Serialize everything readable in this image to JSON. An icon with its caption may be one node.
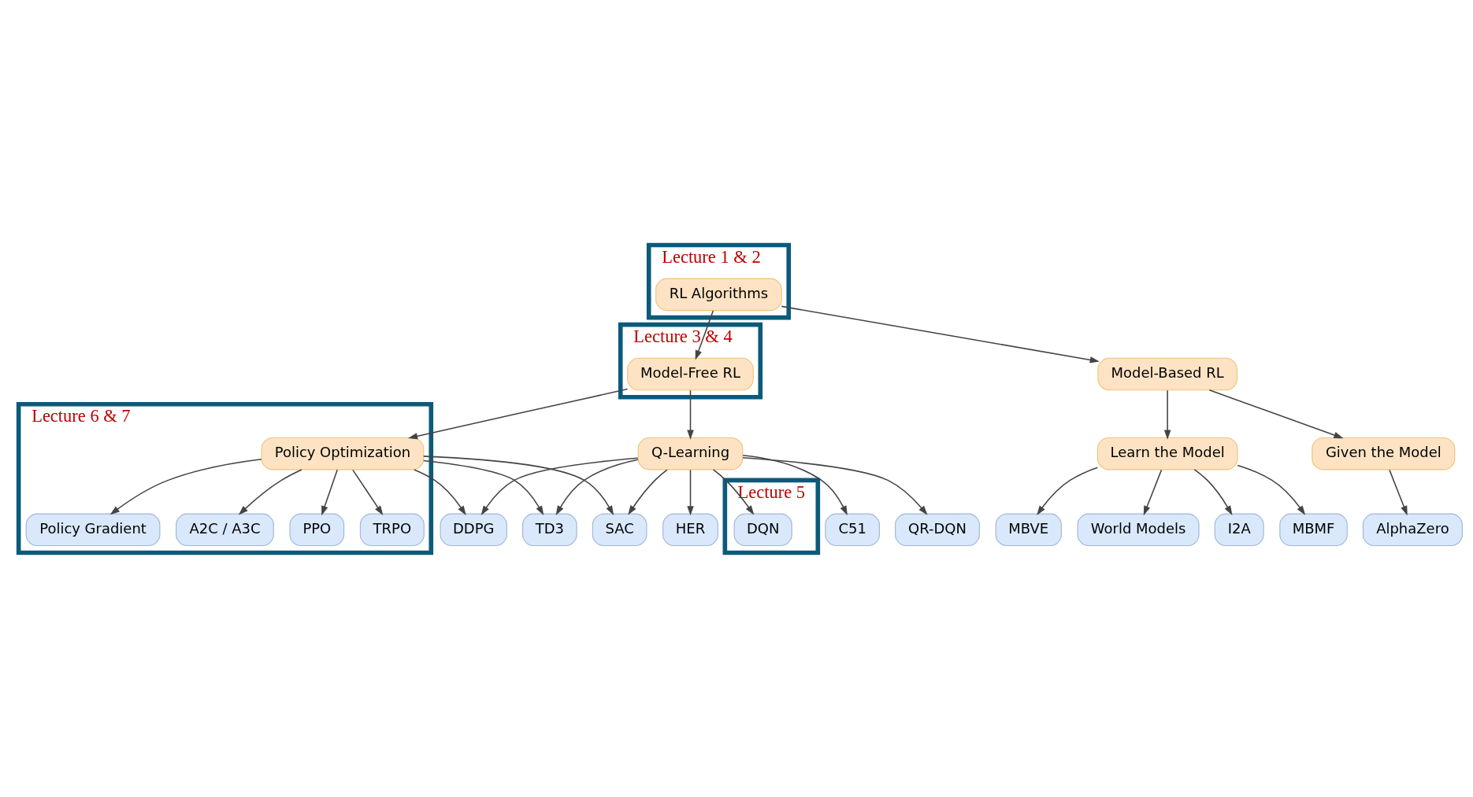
{
  "diagram": {
    "nodes": [
      {
        "text": [
          "Lecture 1 & 2"
        ]
      },
      {
        "text": [
          "RL Algorithms"
        ],
        "in": 0
      },
      {
        "text": [
          "Lecture 3 & 4"
        ]
      },
      {
        "text": [
          "Model-Free RL"
        ],
        "in": 2
      },
      {
        "text": [
          "Model-Based RL"
        ]
      },
      {
        "text": [
          "Lecture 6 & 7"
        ]
      },
      {
        "text": [
          "Policy Optimization"
        ],
        "in": 5
      },
      {
        "text": [
          "Q-Learning"
        ]
      },
      {
        "text": [
          "Learn the Model"
        ]
      },
      {
        "text": [
          "Given the Model"
        ]
      },
      {
        "text": [
          "Policy Gradient"
        ],
        "in": 5
      },
      {
        "text": [
          "A2C / A3C"
        ],
        "in": 5
      },
      {
        "text": [
          "PPO"
        ],
        "in": 5
      },
      {
        "text": [
          "TRPO"
        ],
        "in": 5
      },
      {
        "text": [
          "DDPG"
        ]
      },
      {
        "text": [
          "TD3"
        ]
      },
      {
        "text": [
          "SAC"
        ]
      },
      {
        "text": [
          "Lecture 5"
        ]
      },
      {
        "text": [
          "DQN"
        ],
        "in": 17
      },
      {
        "text": [
          "C51"
        ]
      },
      {
        "text": [
          "QR-DQN"
        ]
      },
      {
        "text": [
          "HER"
        ]
      },
      {
        "text": [
          "World Models"
        ]
      },
      {
        "text": [
          "I2A"
        ]
      },
      {
        "text": [
          "MBMF"
        ]
      },
      {
        "text": [
          "MBVE"
        ]
      },
      {
        "text": [
          "AlphaZero"
        ]
      }
    ],
    "edges": [
      {
        "from": 1,
        "to": 3,
        "arrow": "to"
      },
      {
        "from": 1,
        "to": 4,
        "arrow": "to"
      },
      {
        "from": 3,
        "to": 6,
        "arrow": "to"
      },
      {
        "from": 3,
        "to": 7,
        "arrow": "to"
      },
      {
        "from": 4,
        "to": 8,
        "arrow": "to"
      },
      {
        "from": 4,
        "to": 9,
        "arrow": "to"
      },
      {
        "from": 6,
        "to": 10,
        "arrow": "to"
      },
      {
        "from": 6,
        "to": 11,
        "arrow": "to"
      },
      {
        "from": 6,
        "to": 12,
        "arrow": "to"
      },
      {
        "from": 6,
        "to": 13,
        "arrow": "to"
      },
      {
        "from": 6,
        "to": 14,
        "arrow": "to"
      },
      {
        "from": 6,
        "to": 15,
        "arrow": "to"
      },
      {
        "from": 6,
        "to": 16,
        "arrow": "to"
      },
      {
        "from": 7,
        "to": 14,
        "arrow": "to"
      },
      {
        "from": 7,
        "to": 15,
        "arrow": "to"
      },
      {
        "from": 7,
        "to": 16,
        "arrow": "to"
      },
      {
        "from": 7,
        "to": 18,
        "arrow": "to"
      },
      {
        "from": 7,
        "to": 19,
        "arrow": "to"
      },
      {
        "from": 7,
        "to": 20,
        "arrow": "to"
      },
      {
        "from": 7,
        "to": 21,
        "arrow": "to"
      },
      {
        "from": 8,
        "to": 22,
        "arrow": "to"
      },
      {
        "from": 8,
        "to": 23,
        "arrow": "to"
      },
      {
        "from": 8,
        "to": 24,
        "arrow": "to"
      },
      {
        "from": 8,
        "to": 25,
        "arrow": "to"
      },
      {
        "from": 9,
        "to": 26,
        "arrow": "to"
      }
    ]
  }
}
